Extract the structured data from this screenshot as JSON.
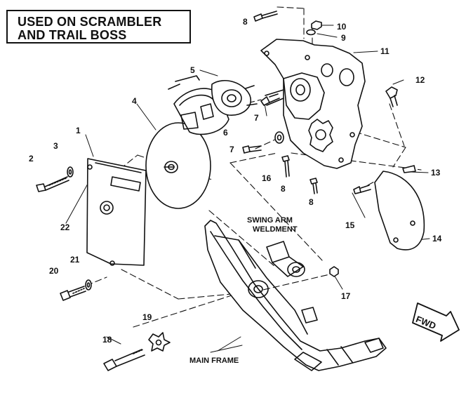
{
  "title": {
    "line1": "USED ON SCRAMBLER",
    "line2": "AND TRAIL BOSS"
  },
  "callouts": [
    "1",
    "2",
    "3",
    "4",
    "5",
    "6",
    "7",
    "7",
    "8",
    "8",
    "8",
    "9",
    "10",
    "11",
    "12",
    "13",
    "14",
    "15",
    "16",
    "17",
    "18",
    "19",
    "20",
    "21",
    "22"
  ],
  "labels": {
    "swing_arm_line1": "SWING ARM",
    "swing_arm_line2": "WELDMENT",
    "main_frame": "MAIN FRAME",
    "fwd": "FWD"
  }
}
